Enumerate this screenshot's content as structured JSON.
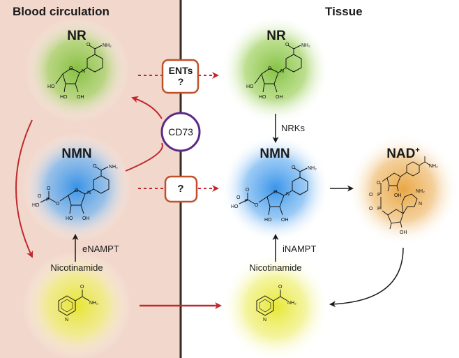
{
  "compartments": {
    "left_title": "Blood circulation",
    "right_title": "Tissue"
  },
  "molecules": {
    "nr": "NR",
    "nmn": "NMN",
    "nad": "NAD",
    "nad_sup": "+",
    "nicotinamide": "Nicotinamide"
  },
  "transporters": {
    "ents_line1": "ENTs",
    "ents_line2": "?",
    "unknown": "?",
    "cd73": "CD73"
  },
  "enzymes": {
    "enampt": "eNAMPT",
    "nrks": "NRKs",
    "inampt": "iNAMPT"
  },
  "structure_labels": {
    "amide": "NH₂",
    "oh": "OH",
    "ho": "HO",
    "o": "O",
    "p": "P",
    "n": "N",
    "plus": "+",
    "minus": "⁻"
  },
  "colors": {
    "blood_bg": "#f2d8cc",
    "divider": "#3a2a1e",
    "arrow_red": "#c0282d",
    "nr_green": "#7fbf3a",
    "nmn_blue": "#2f8fe8",
    "nam_yellow": "#e6e62a",
    "nad_orange": "#e8a23a",
    "cd73_purple": "#5b2a86",
    "box_border": "#c0502a"
  }
}
